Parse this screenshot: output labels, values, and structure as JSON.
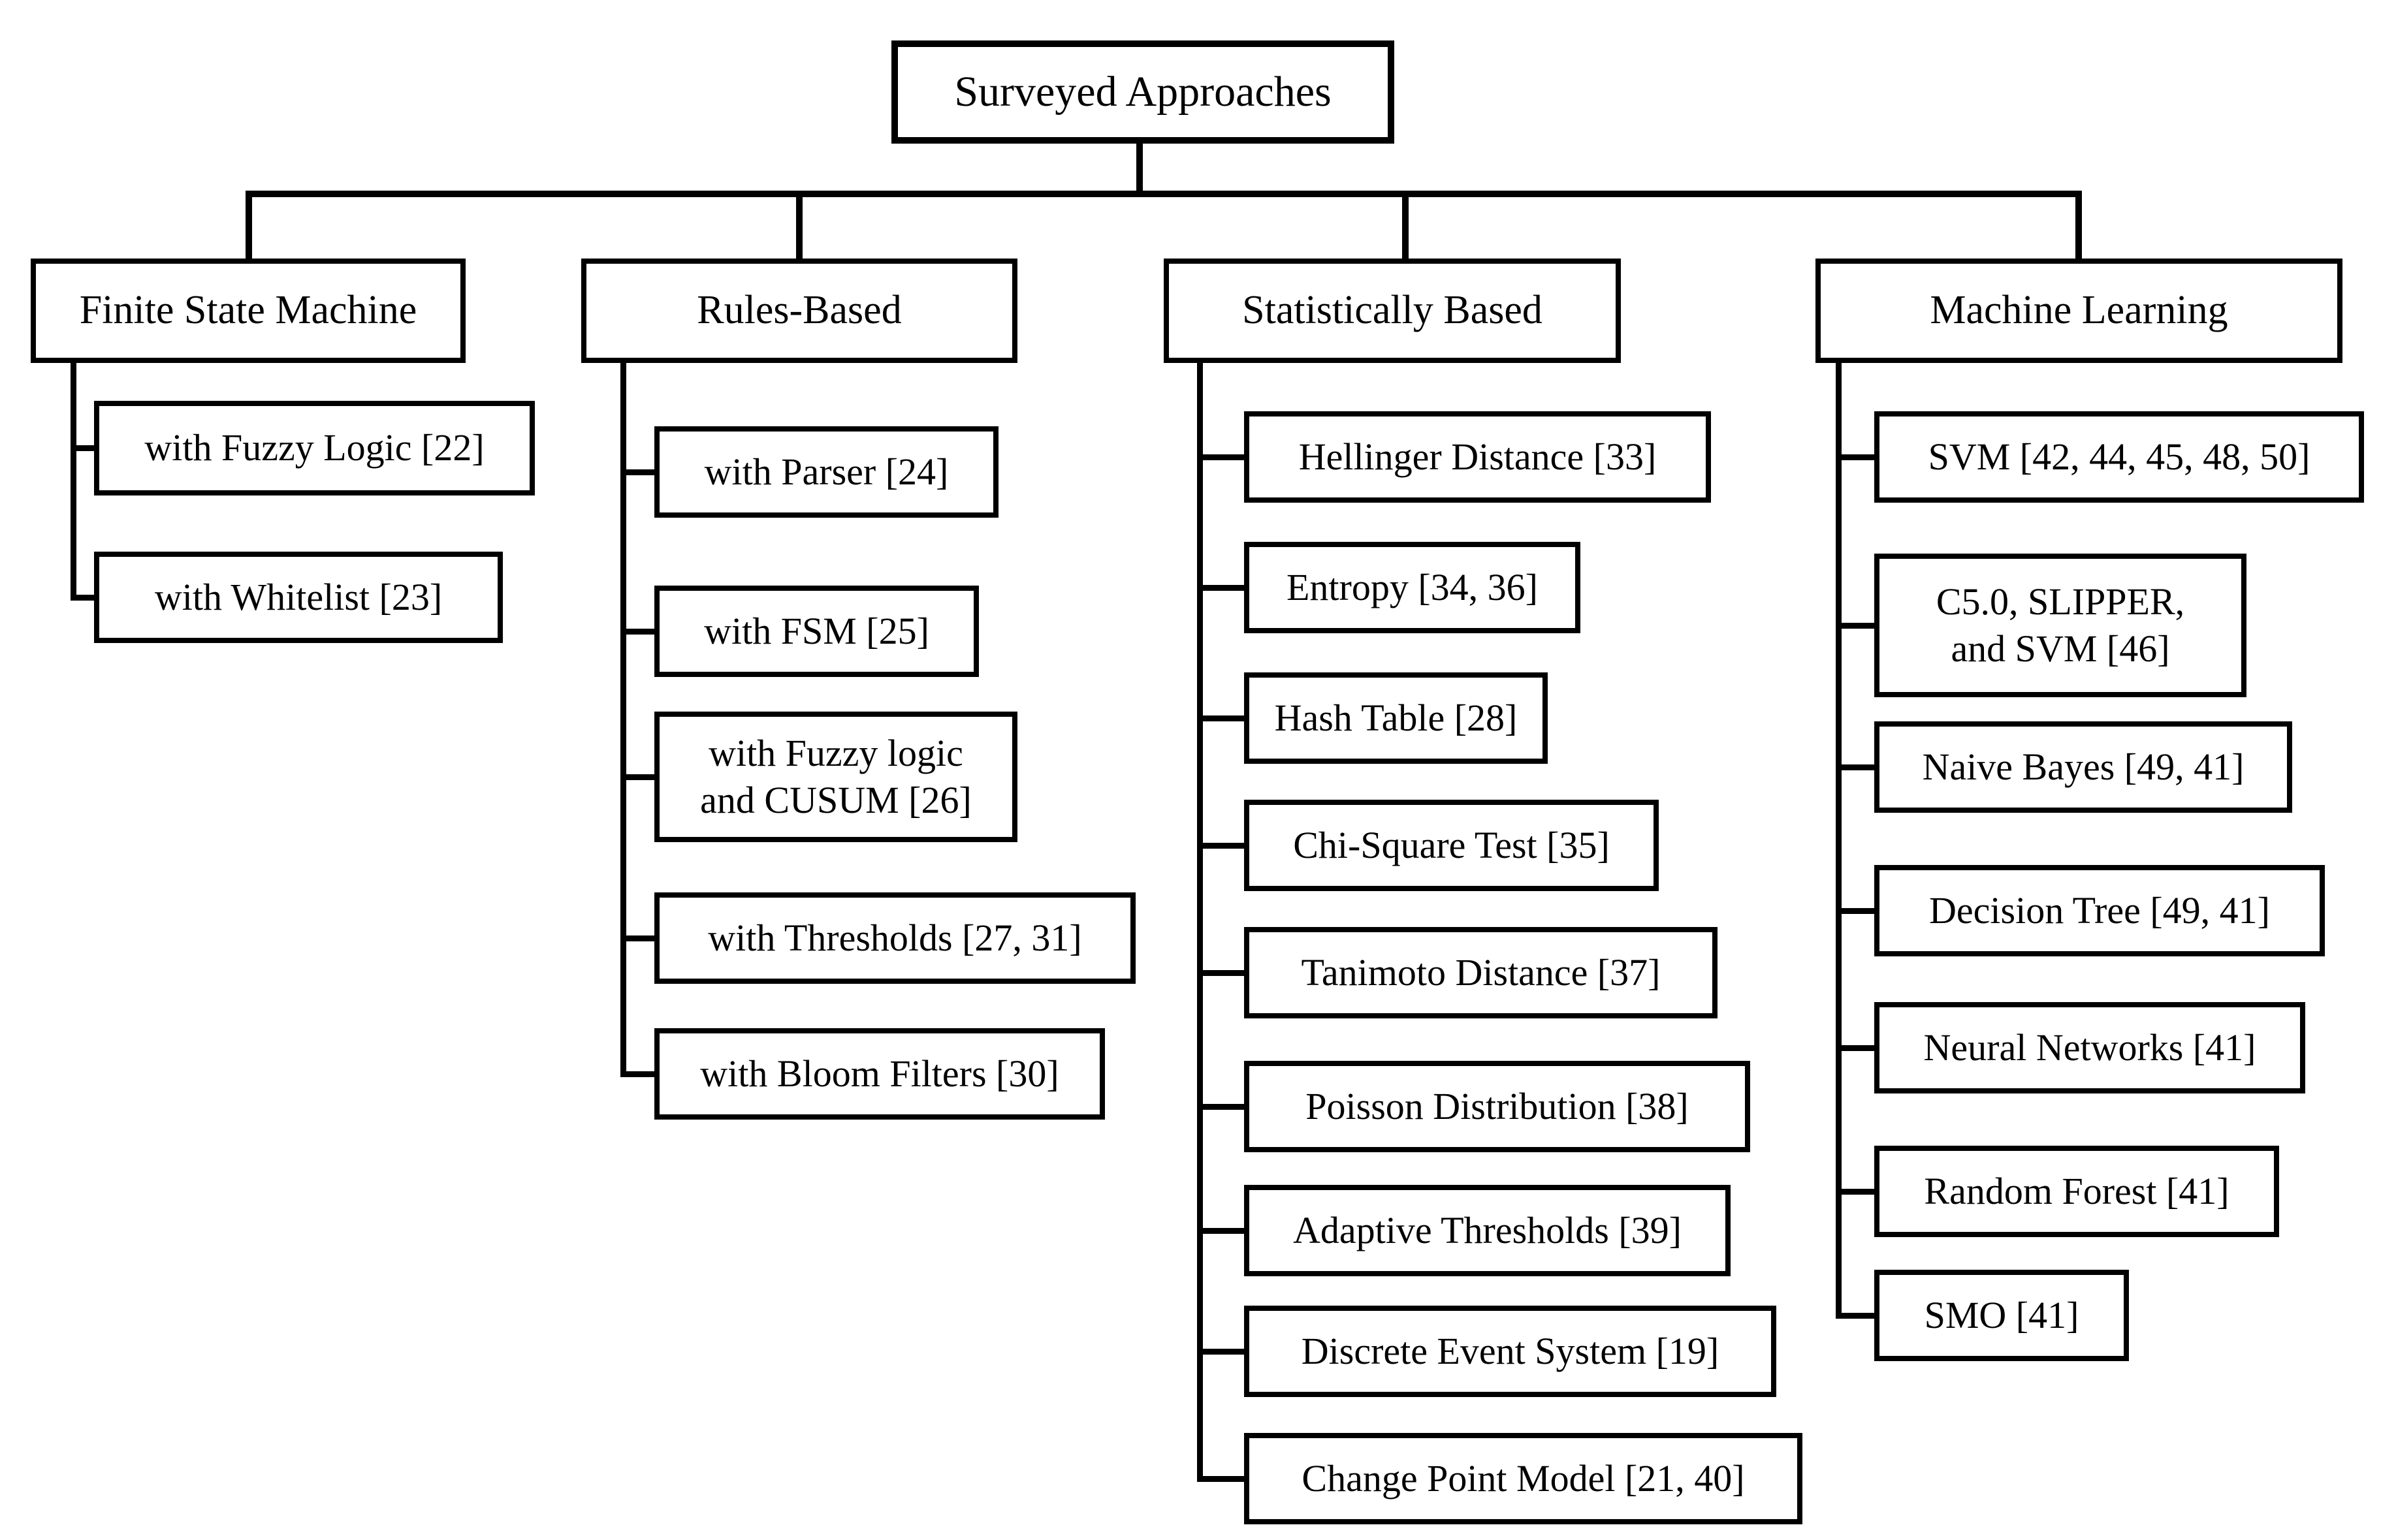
{
  "title": "Surveyed Approaches",
  "colors": {
    "line": "#000000",
    "background": "#ffffff",
    "text": "#000000"
  },
  "branches": [
    {
      "label": "Finite State Machine",
      "children": [
        "with Fuzzy Logic [22]",
        "with Whitelist [23]"
      ]
    },
    {
      "label": "Rules-Based",
      "children": [
        "with Parser [24]",
        "with FSM [25]",
        "with Fuzzy logic\nand CUSUM [26]",
        "with Thresholds [27, 31]",
        "with Bloom Filters [30]"
      ]
    },
    {
      "label": "Statistically Based",
      "children": [
        "Hellinger Distance [33]",
        "Entropy [34, 36]",
        "Hash Table [28]",
        "Chi-Square Test [35]",
        "Tanimoto Distance [37]",
        "Poisson Distribution [38]",
        "Adaptive Thresholds [39]",
        "Discrete Event System [19]",
        "Change Point Model [21, 40]"
      ]
    },
    {
      "label": "Machine Learning",
      "children": [
        "SVM [42, 44, 45, 48, 50]",
        "C5.0, SLIPPER,\nand SVM [46]",
        "Naive Bayes [49, 41]",
        "Decision Tree [49, 41]",
        "Neural Networks [41]",
        "Random Forest [41]",
        "SMO [41]"
      ]
    }
  ]
}
